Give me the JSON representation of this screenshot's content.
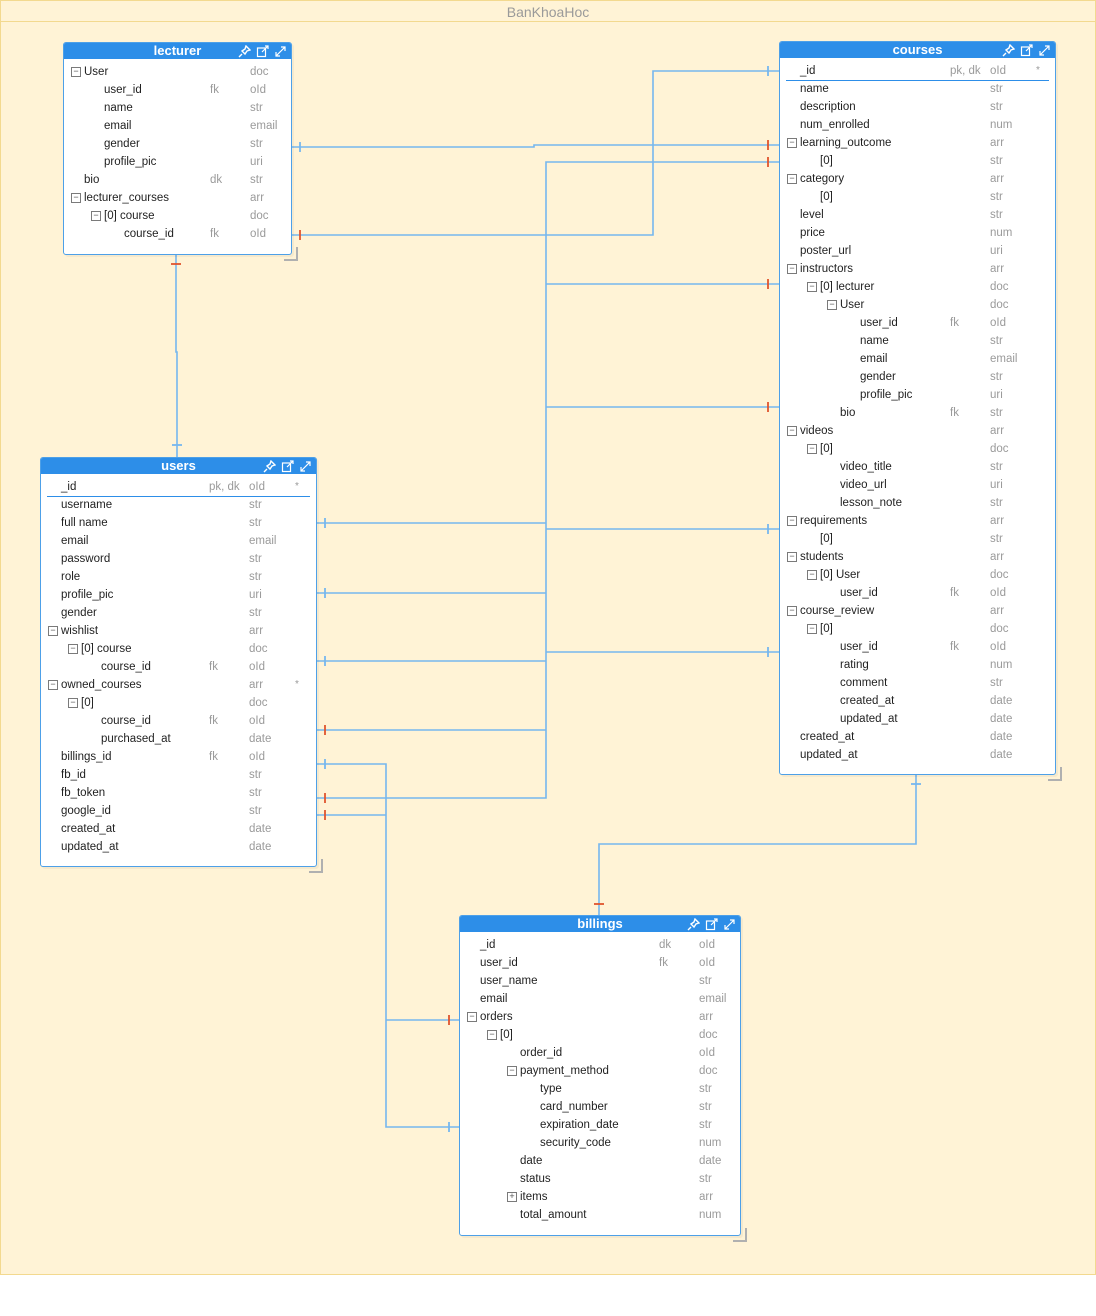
{
  "diagram": {
    "title": "BanKhoaHoc"
  },
  "icons": [
    "pin-icon",
    "edit-icon",
    "expand-icon"
  ],
  "colors": {
    "header": "#2d8ee8",
    "link": "#76b7ee",
    "cardinality_one": "#e0542e",
    "frame": "#fff3d6"
  },
  "tables": {
    "lecturer": {
      "name": "lecturer",
      "fields": [
        {
          "name": "User",
          "key": "",
          "type": "doc",
          "toggle": "minus"
        },
        {
          "name": "user_id",
          "key": "fk",
          "type": "oId"
        },
        {
          "name": "name",
          "key": "",
          "type": "str"
        },
        {
          "name": "email",
          "key": "",
          "type": "email"
        },
        {
          "name": "gender",
          "key": "",
          "type": "str"
        },
        {
          "name": "profile_pic",
          "key": "",
          "type": "uri"
        },
        {
          "name": "bio",
          "key": "dk",
          "type": "str"
        },
        {
          "name": "lecturer_courses",
          "key": "",
          "type": "arr",
          "toggle": "minus"
        },
        {
          "name": "[0] course",
          "key": "",
          "type": "doc",
          "toggle": "minus"
        },
        {
          "name": "course_id",
          "key": "fk",
          "type": "oId"
        }
      ]
    },
    "courses": {
      "name": "courses",
      "fields": [
        {
          "name": "_id",
          "key": "pk, dk",
          "type": "oId",
          "req": "*"
        },
        {
          "name": "name",
          "key": "",
          "type": "str"
        },
        {
          "name": "description",
          "key": "",
          "type": "str"
        },
        {
          "name": "num_enrolled",
          "key": "",
          "type": "num"
        },
        {
          "name": "learning_outcome",
          "key": "",
          "type": "arr",
          "toggle": "minus"
        },
        {
          "name": "[0]",
          "key": "",
          "type": "str"
        },
        {
          "name": "category",
          "key": "",
          "type": "arr",
          "toggle": "minus"
        },
        {
          "name": "[0]",
          "key": "",
          "type": "str"
        },
        {
          "name": "level",
          "key": "",
          "type": "str"
        },
        {
          "name": "price",
          "key": "",
          "type": "num"
        },
        {
          "name": "poster_url",
          "key": "",
          "type": "uri"
        },
        {
          "name": "instructors",
          "key": "",
          "type": "arr",
          "toggle": "minus"
        },
        {
          "name": "[0] lecturer",
          "key": "",
          "type": "doc",
          "toggle": "minus"
        },
        {
          "name": "User",
          "key": "",
          "type": "doc",
          "toggle": "minus"
        },
        {
          "name": "user_id",
          "key": "fk",
          "type": "oId"
        },
        {
          "name": "name",
          "key": "",
          "type": "str"
        },
        {
          "name": "email",
          "key": "",
          "type": "email"
        },
        {
          "name": "gender",
          "key": "",
          "type": "str"
        },
        {
          "name": "profile_pic",
          "key": "",
          "type": "uri"
        },
        {
          "name": "bio",
          "key": "fk",
          "type": "str"
        },
        {
          "name": "videos",
          "key": "",
          "type": "arr",
          "toggle": "minus"
        },
        {
          "name": "[0]",
          "key": "",
          "type": "doc",
          "toggle": "minus"
        },
        {
          "name": "video_title",
          "key": "",
          "type": "str"
        },
        {
          "name": "video_url",
          "key": "",
          "type": "uri"
        },
        {
          "name": "lesson_note",
          "key": "",
          "type": "str"
        },
        {
          "name": "requirements",
          "key": "",
          "type": "arr",
          "toggle": "minus"
        },
        {
          "name": "[0]",
          "key": "",
          "type": "str"
        },
        {
          "name": "students",
          "key": "",
          "type": "arr",
          "toggle": "minus"
        },
        {
          "name": "[0] User",
          "key": "",
          "type": "doc",
          "toggle": "minus"
        },
        {
          "name": "user_id",
          "key": "fk",
          "type": "oId"
        },
        {
          "name": "course_review",
          "key": "",
          "type": "arr",
          "toggle": "minus"
        },
        {
          "name": "[0]",
          "key": "",
          "type": "doc",
          "toggle": "minus"
        },
        {
          "name": "user_id",
          "key": "fk",
          "type": "oId"
        },
        {
          "name": "rating",
          "key": "",
          "type": "num"
        },
        {
          "name": "comment",
          "key": "",
          "type": "str"
        },
        {
          "name": "created_at",
          "key": "",
          "type": "date"
        },
        {
          "name": "updated_at",
          "key": "",
          "type": "date"
        },
        {
          "name": "created_at",
          "key": "",
          "type": "date"
        },
        {
          "name": "updated_at",
          "key": "",
          "type": "date"
        }
      ]
    },
    "users": {
      "name": "users",
      "fields": [
        {
          "name": "_id",
          "key": "pk, dk",
          "type": "oId",
          "req": "*"
        },
        {
          "name": "username",
          "key": "",
          "type": "str"
        },
        {
          "name": "full name",
          "key": "",
          "type": "str"
        },
        {
          "name": "email",
          "key": "",
          "type": "email"
        },
        {
          "name": "password",
          "key": "",
          "type": "str"
        },
        {
          "name": "role",
          "key": "",
          "type": "str"
        },
        {
          "name": "profile_pic",
          "key": "",
          "type": "uri"
        },
        {
          "name": "gender",
          "key": "",
          "type": "str"
        },
        {
          "name": "wishlist",
          "key": "",
          "type": "arr",
          "toggle": "minus"
        },
        {
          "name": "[0] course",
          "key": "",
          "type": "doc",
          "toggle": "minus"
        },
        {
          "name": "course_id",
          "key": "fk",
          "type": "oId"
        },
        {
          "name": "owned_courses",
          "key": "",
          "type": "arr",
          "toggle": "minus",
          "req": "*"
        },
        {
          "name": "[0]",
          "key": "",
          "type": "doc",
          "toggle": "minus"
        },
        {
          "name": "course_id",
          "key": "fk",
          "type": "oId"
        },
        {
          "name": "purchased_at",
          "key": "",
          "type": "date"
        },
        {
          "name": "billings_id",
          "key": "fk",
          "type": "oId"
        },
        {
          "name": "fb_id",
          "key": "",
          "type": "str"
        },
        {
          "name": "fb_token",
          "key": "",
          "type": "str"
        },
        {
          "name": "google_id",
          "key": "",
          "type": "str"
        },
        {
          "name": "created_at",
          "key": "",
          "type": "date"
        },
        {
          "name": "updated_at",
          "key": "",
          "type": "date"
        }
      ]
    },
    "billings": {
      "name": "billings",
      "fields": [
        {
          "name": "_id",
          "key": "dk",
          "type": "oId"
        },
        {
          "name": "user_id",
          "key": "fk",
          "type": "oId"
        },
        {
          "name": "user_name",
          "key": "",
          "type": "str"
        },
        {
          "name": "email",
          "key": "",
          "type": "email"
        },
        {
          "name": "orders",
          "key": "",
          "type": "arr",
          "toggle": "minus"
        },
        {
          "name": "[0]",
          "key": "",
          "type": "doc",
          "toggle": "minus"
        },
        {
          "name": "order_id",
          "key": "",
          "type": "oId"
        },
        {
          "name": "payment_method",
          "key": "",
          "type": "doc",
          "toggle": "minus"
        },
        {
          "name": "type",
          "key": "",
          "type": "str"
        },
        {
          "name": "card_number",
          "key": "",
          "type": "str"
        },
        {
          "name": "expiration_date",
          "key": "",
          "type": "str"
        },
        {
          "name": "security_code",
          "key": "",
          "type": "num"
        },
        {
          "name": "date",
          "key": "",
          "type": "date"
        },
        {
          "name": "status",
          "key": "",
          "type": "str"
        },
        {
          "name": "items",
          "key": "",
          "type": "arr",
          "toggle": "plus"
        },
        {
          "name": "total_amount",
          "key": "",
          "type": "num"
        }
      ]
    }
  }
}
